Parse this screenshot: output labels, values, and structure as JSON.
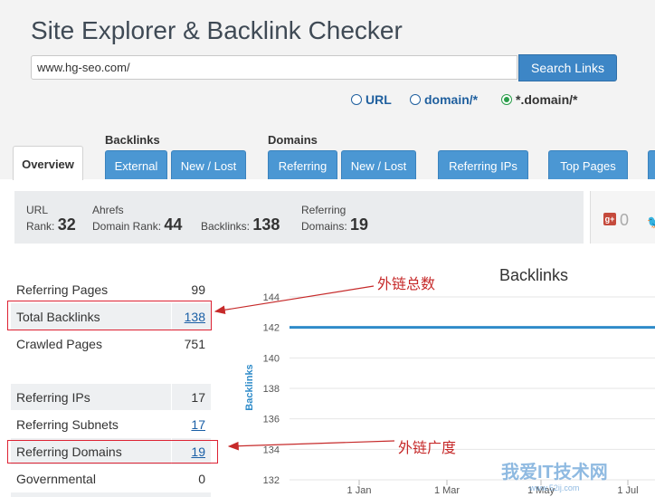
{
  "header": {
    "title": "Site Explorer & Backlink Checker",
    "search_value": "www.hg-seo.com/",
    "search_button": "Search Links"
  },
  "scope": [
    {
      "label": "URL",
      "checked": false
    },
    {
      "label": "domain/*",
      "checked": false
    },
    {
      "label": "*.domain/*",
      "checked": true
    }
  ],
  "tabs": {
    "overview": "Overview",
    "backlinks_group": "Backlinks",
    "domains_group": "Domains",
    "items": [
      "External",
      "New / Lost",
      "Referring",
      "New / Lost",
      "Referring IPs",
      "Top Pages"
    ]
  },
  "metrics": {
    "url_rank_label1": "URL",
    "url_rank_label2": "Rank:",
    "url_rank": "32",
    "ahrefs_label1": "Ahrefs",
    "ahrefs_label2": "Domain Rank:",
    "domain_rank": "44",
    "backlinks_label": "Backlinks:",
    "backlinks": "138",
    "ref_domains_label1": "Referring",
    "ref_domains_label2": "Domains:",
    "ref_domains": "19",
    "gplus_count": "0"
  },
  "stats_table": [
    {
      "label": "Referring Pages",
      "value": "99",
      "link": false
    },
    {
      "label": "Total Backlinks",
      "value": "138",
      "link": true
    },
    {
      "label": "Crawled Pages",
      "value": "751",
      "link": false
    }
  ],
  "stats_table2": [
    {
      "label": "Referring IPs",
      "value": "17",
      "link": false
    },
    {
      "label": "Referring Subnets",
      "value": "17",
      "link": true
    },
    {
      "label": "Referring Domains",
      "value": "19",
      "link": true
    },
    {
      "label": "Governmental",
      "value": "0",
      "link": false
    }
  ],
  "annotations": {
    "total_backlinks_note": "外链总数",
    "referring_domains_note": "外链广度"
  },
  "watermark": {
    "main": "我爱IT技术网",
    "sub": "www.52ij.com"
  },
  "colors": {
    "accent": "#4b97d3",
    "series": "#2e8bc9",
    "annotation": "#c62a2a"
  },
  "chart_data": {
    "type": "line",
    "title": "Backlinks",
    "ylabel": "Backlinks",
    "ylim": [
      132,
      144
    ],
    "yticks": [
      132,
      134,
      136,
      138,
      140,
      142,
      144
    ],
    "xticks": [
      "1 Jan",
      "1 Mar",
      "1 May",
      "1 Jul"
    ],
    "series": [
      {
        "values": [
          142,
          142,
          142,
          142
        ]
      }
    ],
    "grid": true
  }
}
